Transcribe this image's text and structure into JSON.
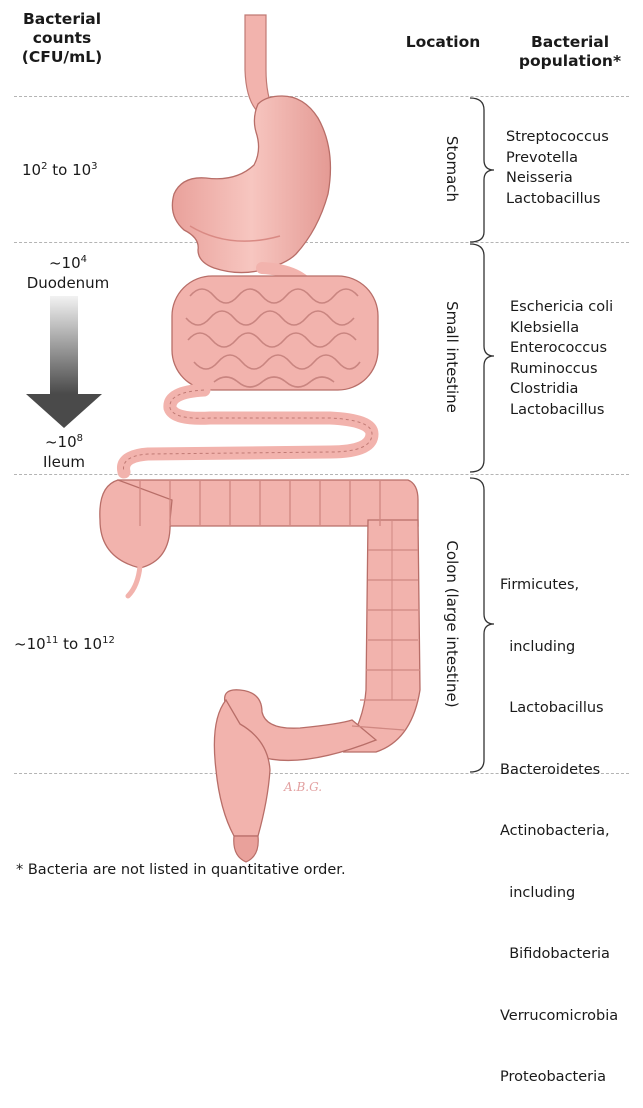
{
  "headers": {
    "counts_line1": "Bacterial",
    "counts_line2": "counts",
    "counts_line3": "(CFU/mL)",
    "location": "Location",
    "population_line1": "Bacterial",
    "population_line2": "population*"
  },
  "stomach": {
    "location": "Stomach",
    "count_base1": "10",
    "count_exp1": "2",
    "count_mid": " to ",
    "count_base2": "10",
    "count_exp2": "3",
    "bacteria": [
      "Streptococcus",
      "Prevotella",
      "Neisseria",
      "Lactobacillus"
    ]
  },
  "small_intestine": {
    "location": "Small intestine",
    "top_count_base": "~10",
    "top_count_exp": "4",
    "top_label": "Duodenum",
    "bottom_count_base": "~10",
    "bottom_count_exp": "8",
    "bottom_label": "Ileum",
    "bacteria": [
      "Eschericia coli",
      "Klebsiella",
      "Enterococcus",
      "Ruminoccus",
      "Clostridia",
      "Lactobacillus"
    ]
  },
  "colon": {
    "location": "Colon (large intestine)",
    "count_base1": "~10",
    "count_exp1": "11",
    "count_mid": " to ",
    "count_base2": "10",
    "count_exp2": "12",
    "bacteria": [
      "Firmicutes,",
      "  including",
      "  Lactobacillus",
      "Bacteroidetes",
      "Actinobacteria,",
      "  including",
      "  Bifidobacteria",
      "Verrucomicrobia",
      "Proteobacteria"
    ]
  },
  "artist_signature": "A.B.G.",
  "footnote": "* Bacteria are not listed in quantitative order.",
  "colors": {
    "tissue": "#f2b3ad",
    "tissue_shadow": "#d98a84",
    "tissue_outline": "#b86e68",
    "dash": "#b4b4b4"
  }
}
